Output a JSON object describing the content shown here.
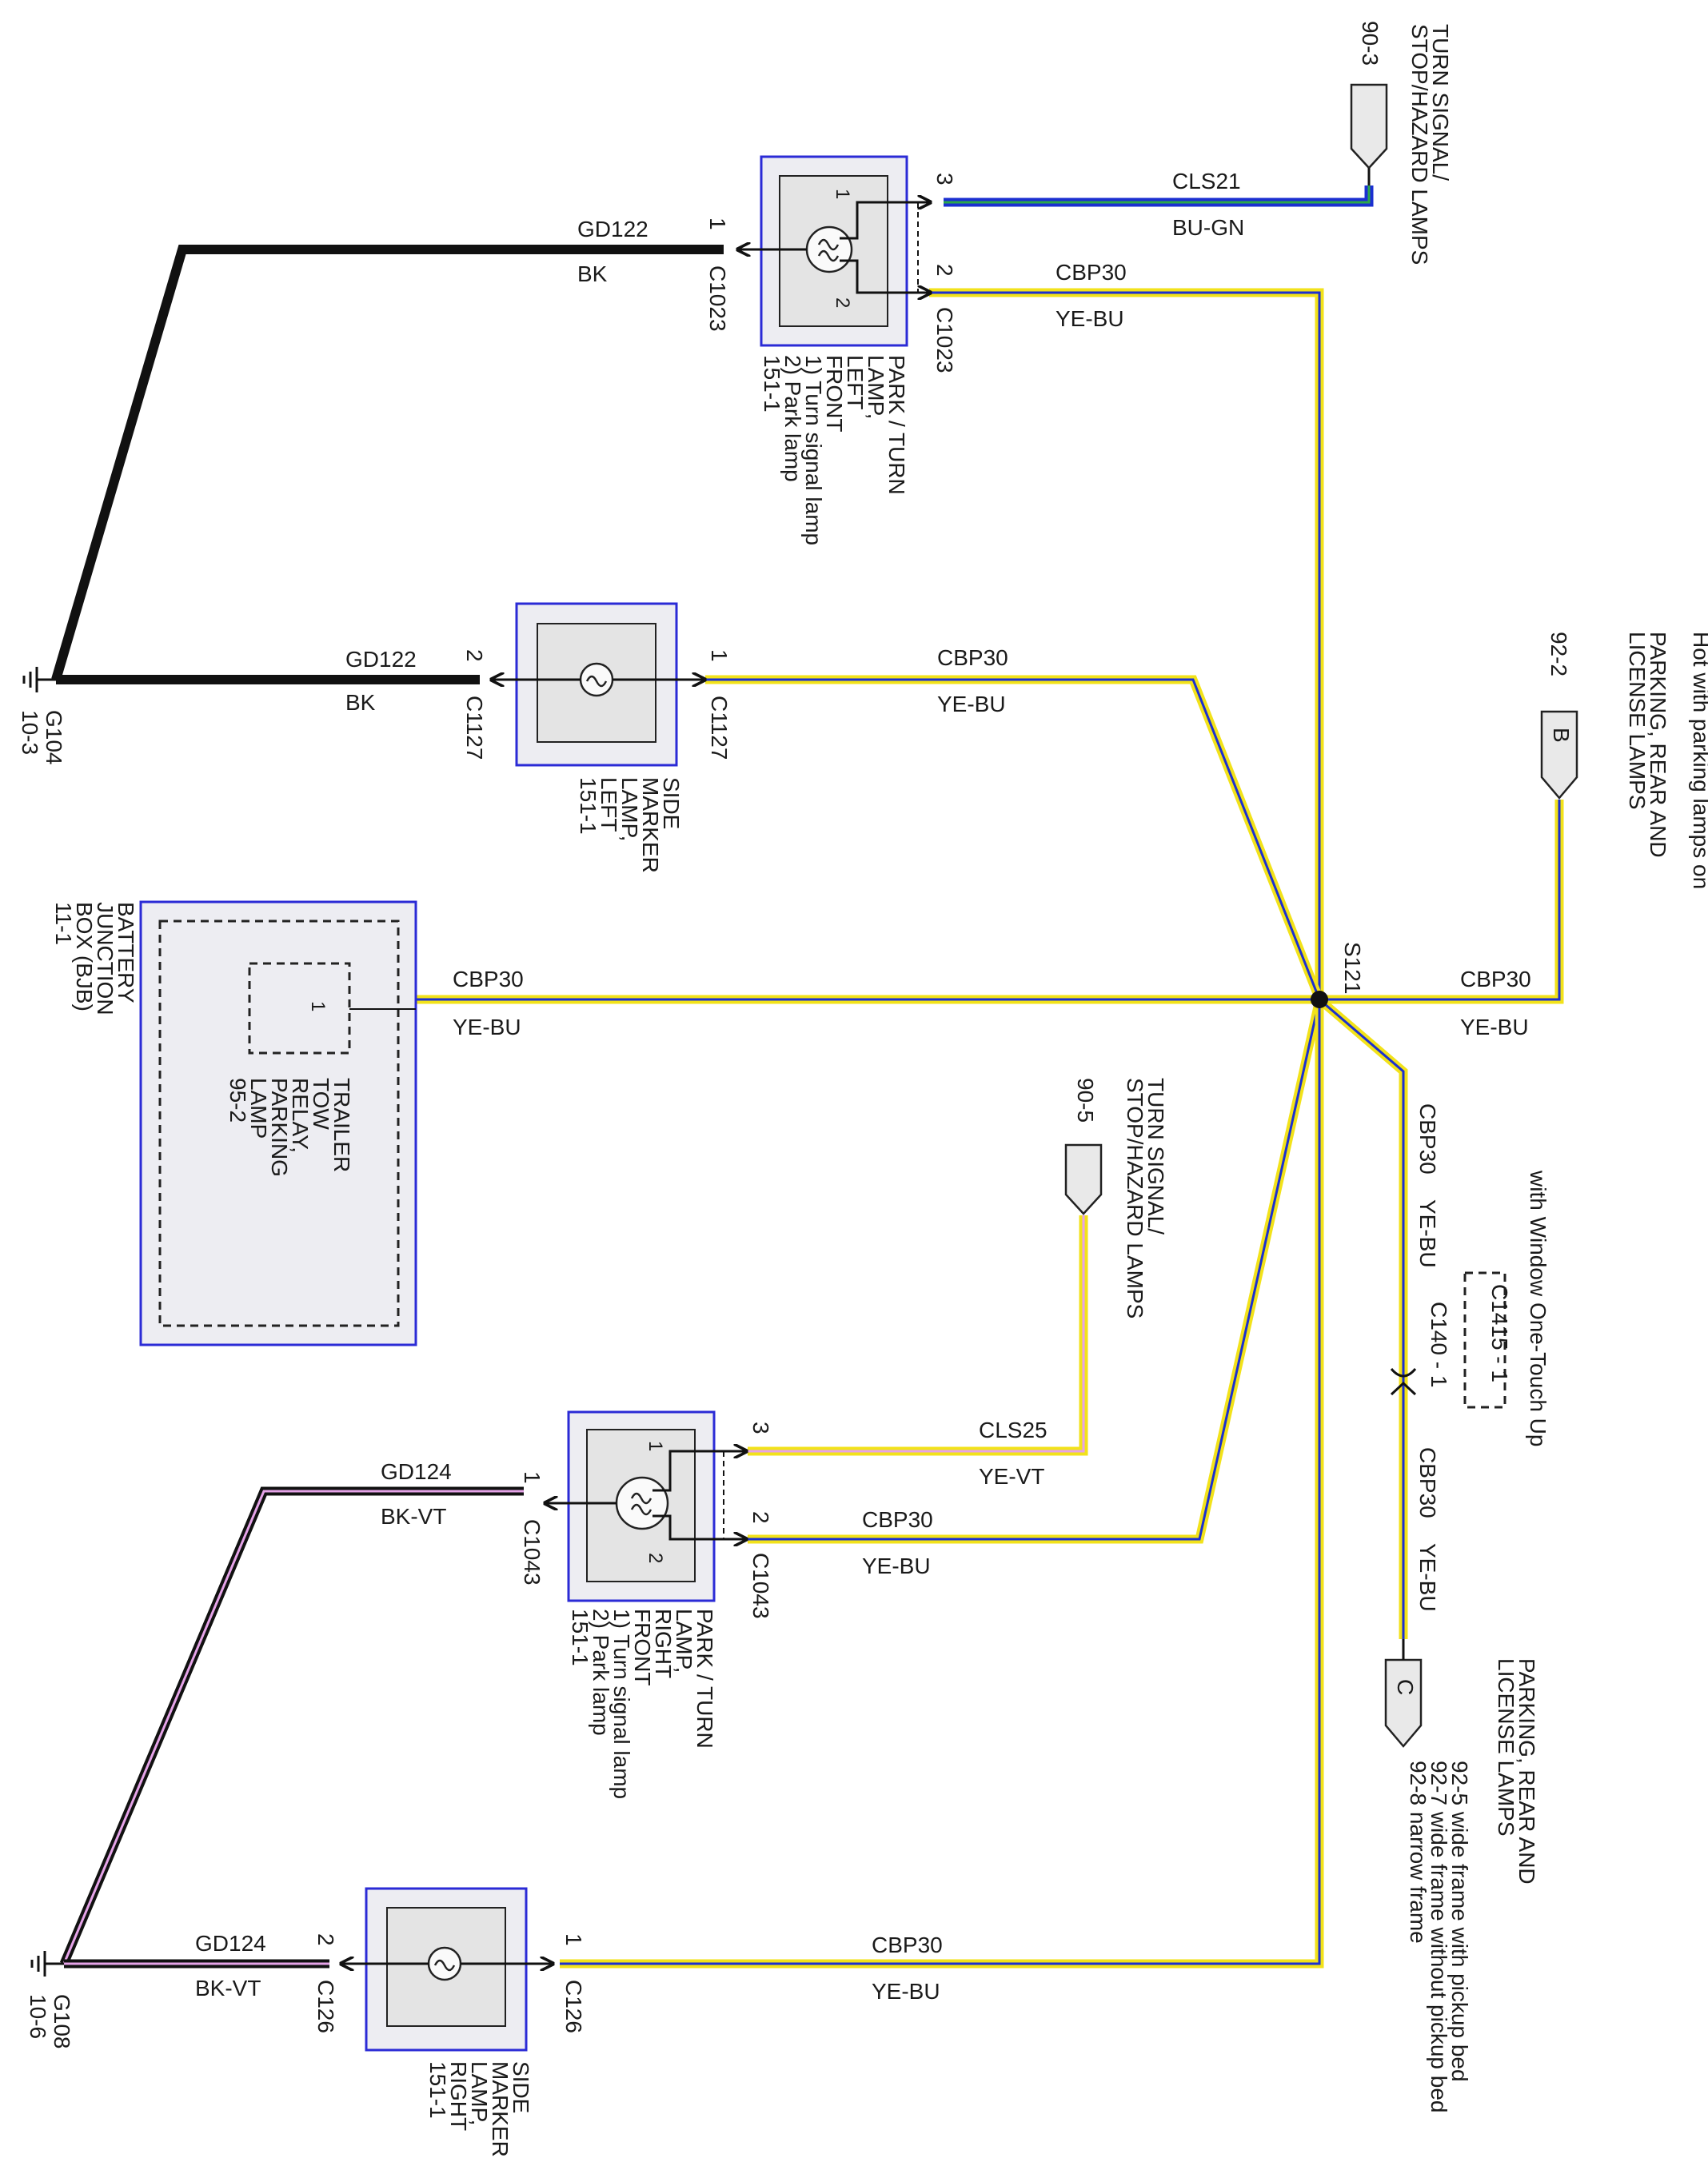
{
  "colors": {
    "black_wire": "#111111",
    "yellow": "#f2e21a",
    "blue": "#1b2fd1",
    "green": "#2ca84a",
    "violet": "#e5a3e8",
    "box_outline": "#2b2bd6"
  },
  "wires": {
    "gd122": "GD122",
    "gd124": "GD124",
    "bk": "BK",
    "bkvt": "BK-VT",
    "cbp30": "CBP30",
    "yebu": "YE-BU",
    "cls21": "CLS21",
    "bugn": "BU-GN",
    "cls25": "CLS25",
    "yevt": "YE-VT"
  },
  "pins": {
    "p1": "1",
    "p2": "2",
    "p3": "3"
  },
  "connectors": {
    "c1023": "C1023",
    "c1127": "C1127",
    "c1043": "C1043",
    "c126": "C126",
    "c140": "C140 - 1",
    "c1415": "C1415 - 1"
  },
  "grounds": {
    "g104": {
      "name": "G104",
      "page": "10-3"
    },
    "g108": {
      "name": "G108",
      "page": "10-6"
    }
  },
  "splice": "S121",
  "lamps": {
    "left_park": [
      "PARK / TURN",
      "LAMP,",
      "LEFT",
      "FRONT",
      "1) Turn signal lamp",
      "2) Park lamp",
      "151-1"
    ],
    "left_side": [
      "SIDE",
      "MARKER",
      "LAMP,",
      "LEFT",
      "151-1"
    ],
    "right_park": [
      "PARK / TURN",
      "LAMP,",
      "RIGHT",
      "FRONT",
      "1) Turn signal lamp",
      "2) Park lamp",
      "151-1"
    ],
    "right_side": [
      "SIDE",
      "MARKER",
      "LAMP,",
      "RIGHT",
      "151-1"
    ]
  },
  "bjb": {
    "box": [
      "BATTERY",
      "JUNCTION",
      "BOX (BJB)",
      "11-1"
    ],
    "relay": [
      "TRAILER",
      "TOW",
      "RELAY,",
      "PARKING",
      "LAMP",
      "95-2"
    ]
  },
  "refs": {
    "turn_top": {
      "page": "90-3",
      "lines": [
        "TURN SIGNAL/",
        "STOP/HAZARD LAMPS"
      ]
    },
    "turn_mid": {
      "page": "90-5",
      "lines": [
        "TURN SIGNAL/",
        "STOP/HAZARD LAMPS"
      ]
    },
    "b": {
      "letter": "B",
      "page": "92-2",
      "lines": [
        "PARKING, REAR AND",
        "LICENSE LAMPS"
      ],
      "note": "Hot with parking lamps on"
    },
    "c": {
      "letter": "C",
      "lines": [
        "PARKING, REAR AND",
        "LICENSE LAMPS"
      ],
      "refs": [
        "92-5   wide frame with pickup bed",
        "92-7   wide frame without pickup bed",
        "92-8   narrow frame"
      ]
    }
  },
  "option_note": "with Window One-Touch Up"
}
